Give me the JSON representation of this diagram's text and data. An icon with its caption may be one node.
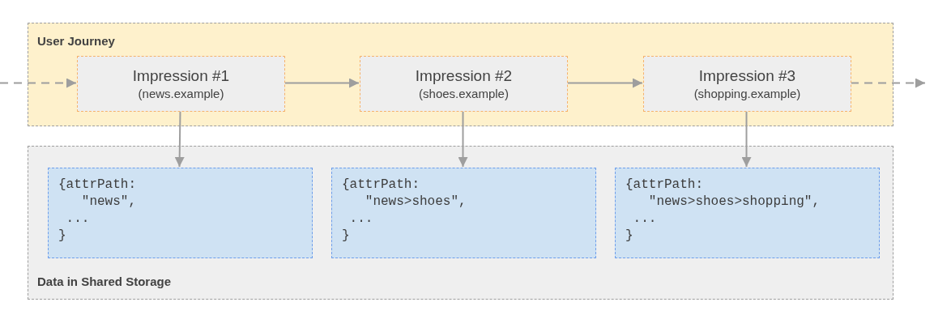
{
  "diagram": {
    "nodes": [
      {
        "text": [
          "User Journey"
        ]
      },
      {
        "text": [
          "Impression #1",
          "(news.example)"
        ],
        "in": 0
      },
      {
        "text": [
          "Impression #2",
          "(shoes.example)"
        ],
        "in": 0
      },
      {
        "text": [
          "Impression #3",
          "(shopping.example)"
        ],
        "in": 0
      },
      {
        "text": [
          "Data in Shared Storage"
        ]
      },
      {
        "text": [
          "{attrPath:",
          "\"news\",",
          "...",
          "}"
        ],
        "in": 4
      },
      {
        "text": [
          "{attrPath:",
          "\"news>shoes\",",
          "...",
          "}"
        ],
        "in": 4
      },
      {
        "text": [
          "{attrPath:",
          "\"news>shoes>shopping\",",
          "...",
          "}"
        ],
        "in": 4
      }
    ],
    "edges": [
      {
        "from": null,
        "to": 1,
        "arrow": "to",
        "style": "dashed"
      },
      {
        "from": 1,
        "to": 2,
        "arrow": "to"
      },
      {
        "from": 2,
        "to": 3,
        "arrow": "to"
      },
      {
        "from": 3,
        "to": null,
        "arrow": "to",
        "style": "dashed"
      },
      {
        "from": 1,
        "to": 5,
        "arrow": "to"
      },
      {
        "from": 2,
        "to": 6,
        "arrow": "to"
      },
      {
        "from": 3,
        "to": 7,
        "arrow": "to"
      }
    ]
  }
}
